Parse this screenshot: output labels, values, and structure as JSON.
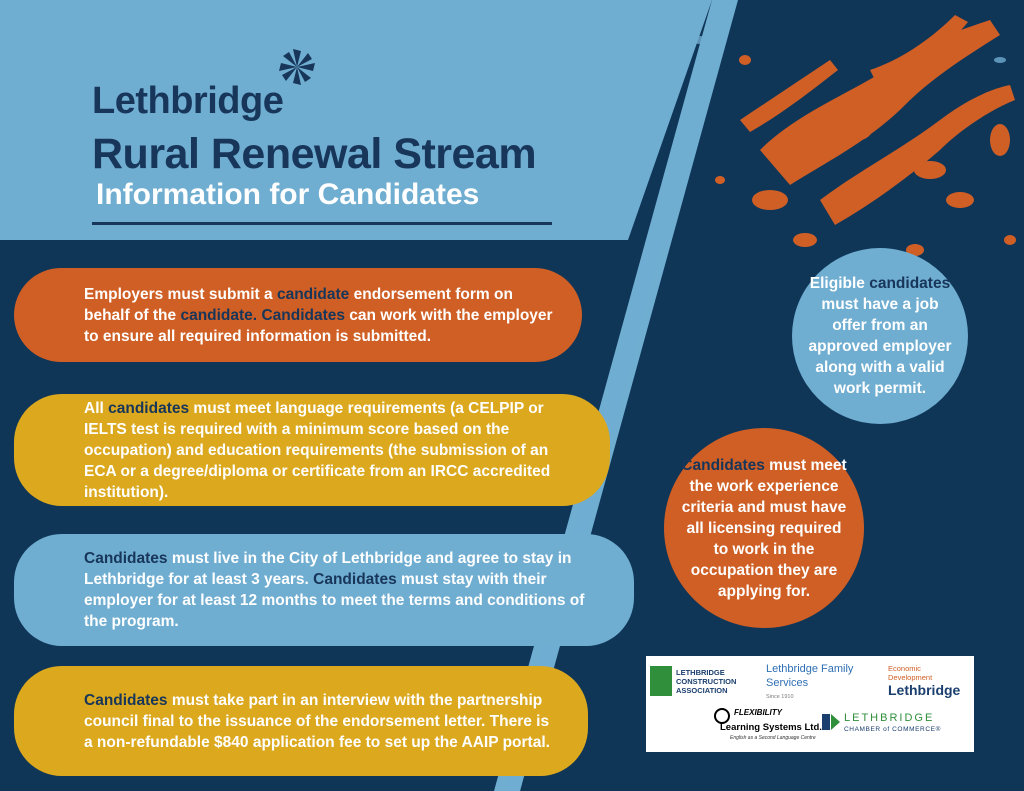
{
  "header": {
    "title_line1": "Lethbridge",
    "title_line2": "Rural Renewal Stream",
    "subtitle": "Information for Candidates",
    "brand_icon": "pinwheel-icon"
  },
  "pills": [
    {
      "color": "#cf5f25",
      "segments": [
        "Employers must submit a ",
        "candidate",
        " endorsement form on behalf of the ",
        "candidate.",
        " ",
        "Candidates",
        " can work with the employer to ensure all required information is submitted."
      ]
    },
    {
      "color": "#dba81e",
      "segments": [
        "All ",
        "candidates",
        " must meet language requirements (a CELPIP or IELTS test is required with a minimum score based on the occupation) and education requirements (the submission of an ECA or a degree/diploma or certificate from an IRCC accredited institution)."
      ]
    },
    {
      "color": "#6fadd1",
      "segments": [
        "Candidates",
        " must live in the City of Lethbridge and agree to stay in Lethbridge for at least 3 years.  ",
        "Candidates",
        " must stay with their employer for at least 12 months to meet the terms and conditions of the program."
      ]
    },
    {
      "color": "#dba81e",
      "segments": [
        "Candidates",
        " must take part in an interview with the partnership council final to the issuance of the endorsement letter. There is a non-refundable $840 application fee to set up the AAIP portal."
      ]
    }
  ],
  "circles": [
    {
      "color": "#6fadd1",
      "segments": [
        "Eligible ",
        "candidates",
        " must have a job offer from an approved employer along with a valid work permit."
      ]
    },
    {
      "color": "#cf5f25",
      "segments": [
        "Candidates",
        " must meet the work experience criteria and must have all licensing required to work in the occupation they are applying for."
      ]
    }
  ],
  "logos": {
    "construction": "LETHBRIDGE CONSTRUCTION ASSOCIATION",
    "family_line1": "Lethbridge Family",
    "family_line2": "Services",
    "family_since": "Since 1910",
    "econ_top_1": "Economic",
    "econ_top_2": "Development",
    "econ_main": "Lethbridge",
    "flex_top": "FLEXIBILITY",
    "flex_main": "Learning Systems Ltd.",
    "flex_sub": "English as a Second Language Centre",
    "chamber_main": "LETHBRIDGE",
    "chamber_sub": "CHAMBER of COMMERCE®"
  }
}
